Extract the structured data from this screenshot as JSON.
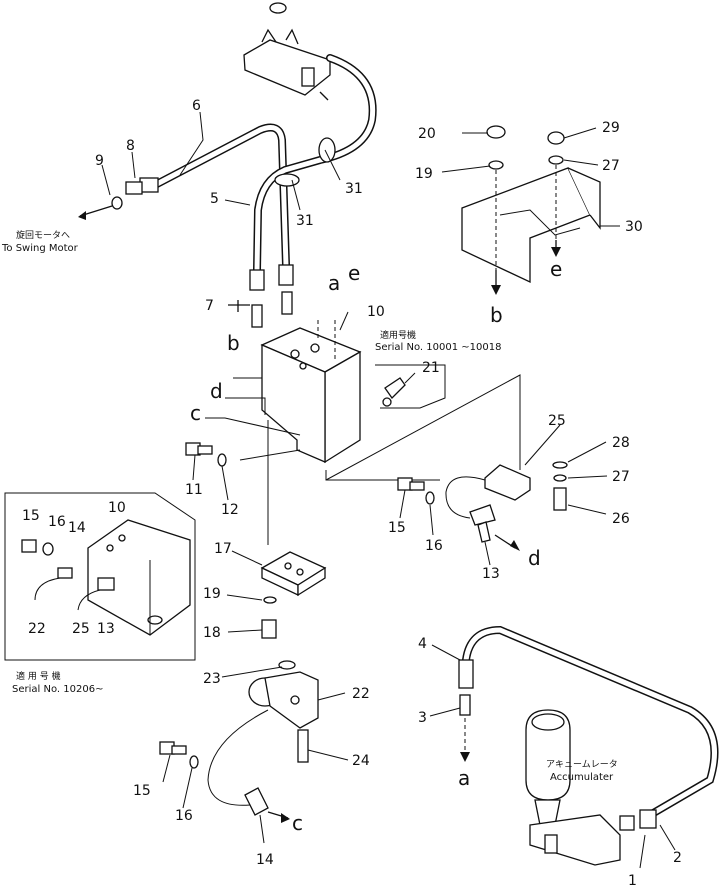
{
  "callouts": {
    "n1": "1",
    "n2": "2",
    "n3": "3",
    "n4": "4",
    "n5": "5",
    "n6": "6",
    "n7": "7",
    "n8": "8",
    "n9": "9",
    "n10": "10",
    "n10b": "10",
    "n11": "11",
    "n12": "12",
    "n13": "13",
    "n13b": "13",
    "n14": "14",
    "n14b": "14",
    "n15": "15",
    "n15b": "15",
    "n15c": "15",
    "n16": "16",
    "n16b": "16",
    "n16c": "16",
    "n17": "17",
    "n18": "18",
    "n19": "19",
    "n19b": "19",
    "n20": "20",
    "n21": "21",
    "n22": "22",
    "n22b": "22",
    "n23": "23",
    "n24": "24",
    "n25": "25",
    "n25b": "25",
    "n26": "26",
    "n27": "27",
    "n27b": "27",
    "n28": "28",
    "n29": "29",
    "n30": "30",
    "n31": "31",
    "n31b": "31"
  },
  "letters": {
    "a1": "a",
    "a2": "a",
    "b1": "b",
    "b2": "b",
    "c1": "c",
    "c2": "c",
    "d1": "d",
    "d2": "d",
    "e1": "e",
    "e2": "e"
  },
  "notes": {
    "swing_jp": "旋回モータへ",
    "swing_en": "To Swing Motor",
    "serial1_jp": "適用号機",
    "serial1_en": "Serial No. 10001 ~10018",
    "serial2_jp": "適 用 号 機",
    "serial2_en": "Serial No. 10206~",
    "accum_jp": "アキュームレータ",
    "accum_en": "Accumulater"
  }
}
